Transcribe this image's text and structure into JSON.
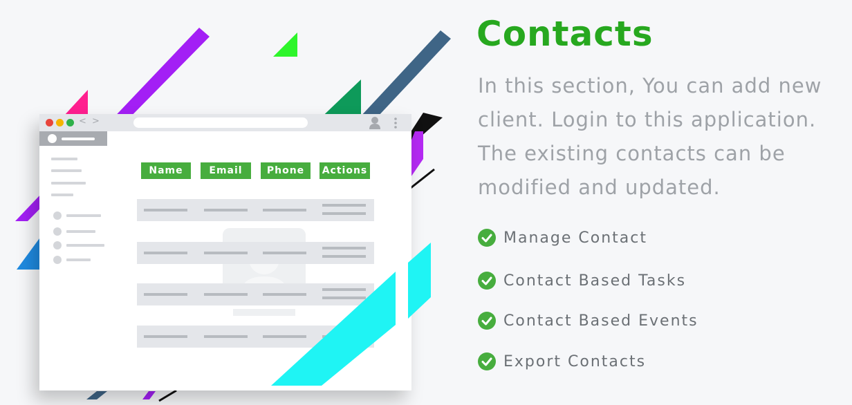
{
  "section": {
    "title": "Contacts",
    "description": "In this section, You can add new client. Login to this application. The existing contacts can be modified and updated."
  },
  "features": [
    {
      "label": "Manage Contact",
      "icon": "check-circle-icon"
    },
    {
      "label": "Contact Based Tasks",
      "icon": "check-circle-icon"
    },
    {
      "label": "Contact Based Events",
      "icon": "check-circle-icon"
    },
    {
      "label": "Export Contacts",
      "icon": "check-circle-icon"
    }
  ],
  "browser_mockup": {
    "nav_arrows": "< >",
    "table_headers": [
      "Name",
      "Email",
      "Phone",
      "Actions"
    ]
  },
  "colors": {
    "accent_green": "#27a81f",
    "header_green": "#47ad3e",
    "text_gray": "#9ea2a7",
    "stripe_purple": "#a31ff5",
    "stripe_slate": "#3f6586",
    "stripe_cyan": "#1ff4f4",
    "stripe_pink": "#ff1f8f",
    "stripe_lime": "#2ef52b",
    "stripe_forest": "#0e9a5a"
  }
}
